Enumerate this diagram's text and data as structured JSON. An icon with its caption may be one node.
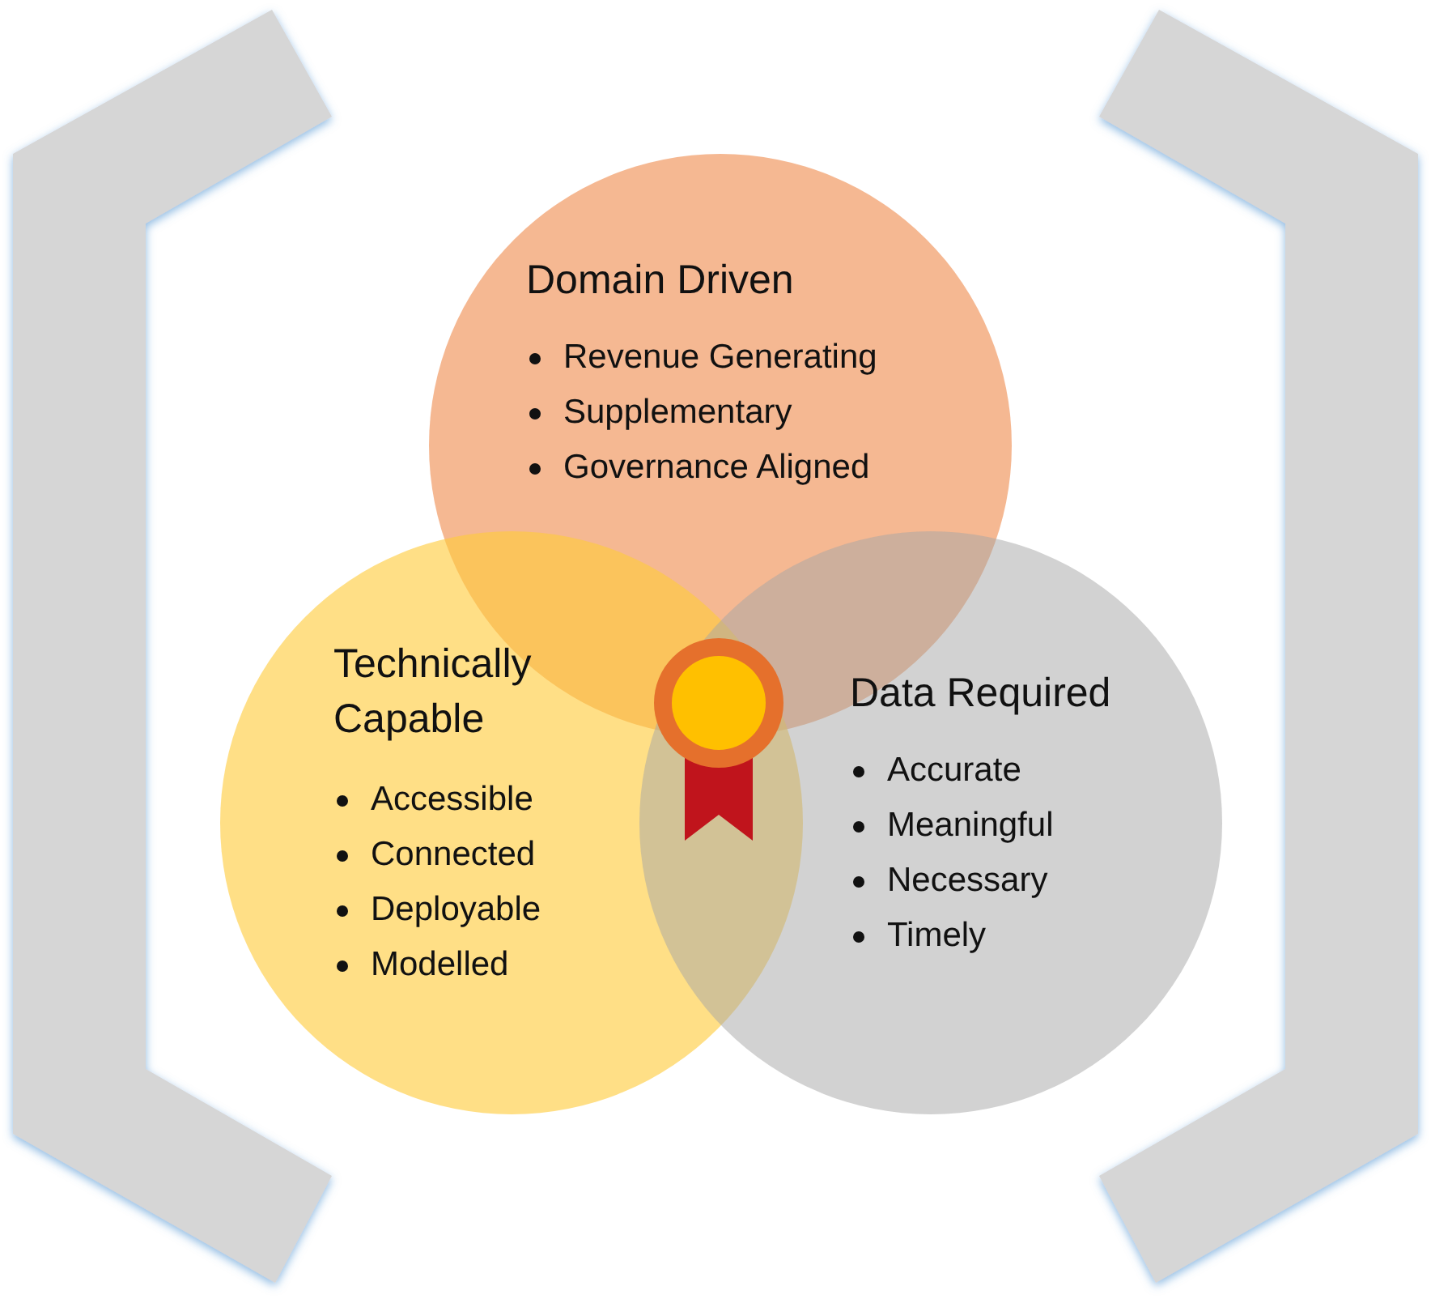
{
  "diagram": {
    "nodes": [
      {
        "text": [
          "Domain Driven",
          "Revenue Generating",
          "Supplementary",
          "Governance Aligned"
        ]
      },
      {
        "text": [
          "Technically Capable",
          "Accessible",
          "Connected",
          "Deployable",
          "Modelled"
        ]
      },
      {
        "text": [
          "Data Required",
          "Accurate",
          "Meaningful",
          "Necessary",
          "Timely"
        ]
      }
    ]
  }
}
